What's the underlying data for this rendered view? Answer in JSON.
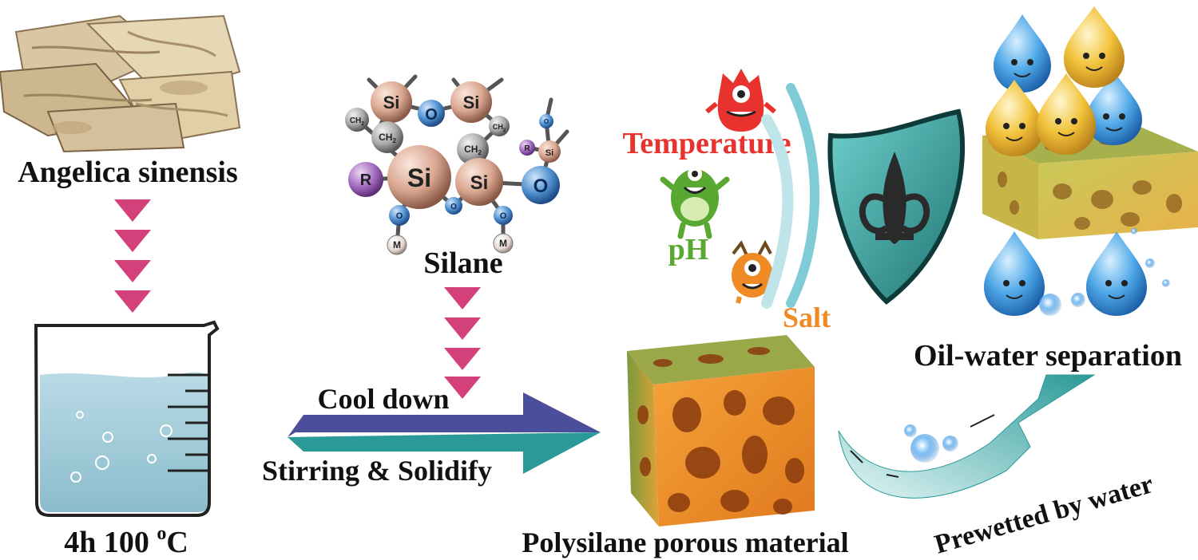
{
  "labels": {
    "angelica": "Angelica sinensis",
    "silane": "Silane",
    "condition_main": "4h 100 ",
    "condition_sup": "o",
    "condition_unit": "C",
    "cool_down": "Cool down",
    "stirring": "Stirring & Solidify",
    "temperature": "Temperature",
    "ph": "pH",
    "salt": "Salt",
    "oil_water": "Oil-water separation",
    "polysilane": "Polysilane porous material",
    "prewetted": "Prewetted by water"
  },
  "molecule": {
    "si": "Si",
    "o": "O",
    "r": "R",
    "m": "M",
    "ch2": "CH",
    "sub2": "2"
  },
  "colors": {
    "temperature": "#e8322d",
    "ph": "#58a832",
    "salt": "#f08a24",
    "arrow_down": "#d4407a",
    "arrow_cool": "#4b4e9a",
    "arrow_stir": "#2a9a98",
    "shield": "#2e9e9c"
  }
}
